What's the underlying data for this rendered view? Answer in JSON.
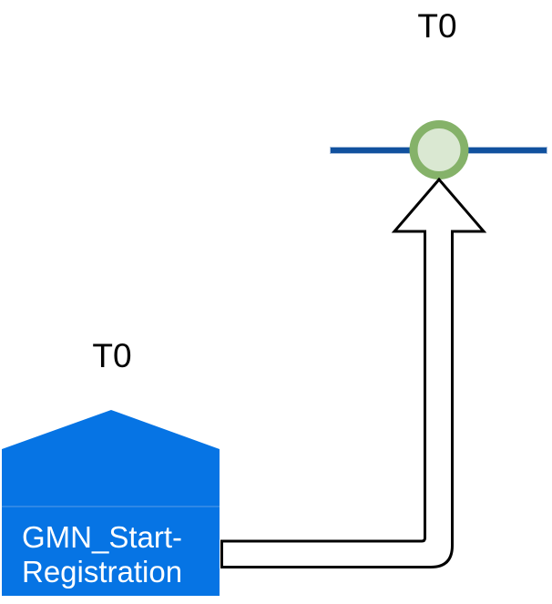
{
  "diagram": {
    "event": {
      "label": "T0",
      "line_color": "#11519e",
      "line_halo_color": "#a9bfdc",
      "ring_color": "#85b269",
      "fill_color": "#dae8d2"
    },
    "task": {
      "label": "T0",
      "name_line1": "GMN_Start-",
      "name_line2": "Registration",
      "fill_color": "#0674e4",
      "divider_color": "#5e9fe8",
      "text_color": "#ffffff"
    },
    "arrow": {
      "fill_color": "#ffffff",
      "stroke_color": "#000000"
    }
  }
}
